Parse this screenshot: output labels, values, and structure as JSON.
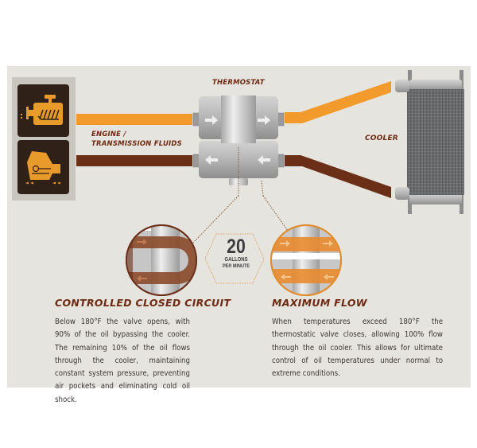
{
  "diagram": {
    "labels": {
      "thermostat": "THERMOSTAT",
      "fluids_line1": "ENGINE /",
      "fluids_line2": "TRANSMISSION FLUIDS",
      "cooler": "COOLER"
    },
    "badge": {
      "value": "20",
      "unit_line1": "GALLONS",
      "unit_line2": "PER MINUTE"
    },
    "icons": [
      "engine-icon",
      "transmission-icon"
    ],
    "colors": {
      "panel_bg": "#e6e4de",
      "hot_line": "#f39a2c",
      "return_line": "#6b2e17",
      "heading_text": "#6e2a12",
      "icon_tile": "#2f2117",
      "icon_fill": "#e89a2a",
      "metal": "#b9b9b9"
    }
  },
  "sections": {
    "left": {
      "heading": "CONTROLLED CLOSED CIRCUIT",
      "body": "Below 180°F the valve opens, with 90% of the oil bypassing the cooler. The remaining 10% of the oil flows through the cooler, maintaining constant system pressure, preventing air pockets and eliminating cold oil shock."
    },
    "right": {
      "heading": "MAXIMUM FLOW",
      "body": "When temperatures exceed 180°F the thermostatic valve closes, allowing 100% flow through the oil cooler. This allows for ultimate control of oil temperatures under normal to extreme conditions."
    }
  }
}
